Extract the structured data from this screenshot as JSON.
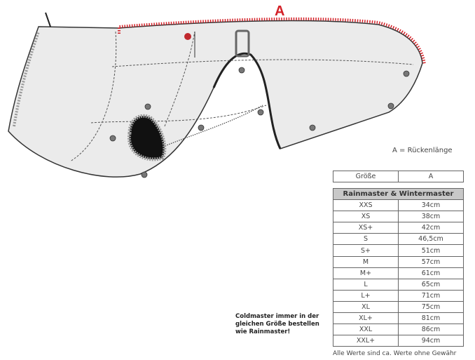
{
  "diagram": {
    "dimension_label": "A",
    "accent_color": "#d32027"
  },
  "legend": "A = Rückenlänge",
  "size_table": {
    "headers": [
      "Größe",
      "A"
    ],
    "title": "Rainmaster & Wintermaster",
    "rows": [
      [
        "XXS",
        "34cm"
      ],
      [
        "XS",
        "38cm"
      ],
      [
        "XS+",
        "42cm"
      ],
      [
        "S",
        "46,5cm"
      ],
      [
        "S+",
        "51cm"
      ],
      [
        "M",
        "57cm"
      ],
      [
        "M+",
        "61cm"
      ],
      [
        "L",
        "65cm"
      ],
      [
        "L+",
        "71cm"
      ],
      [
        "XL",
        "75cm"
      ],
      [
        "XL+",
        "81cm"
      ],
      [
        "XXL",
        "86cm"
      ],
      [
        "XXL+",
        "94cm"
      ]
    ]
  },
  "note": "Coldmaster immer in der gleichen Größe bestellen wie Rainmaster!",
  "footer": "Alle Werte sind ca. Werte ohne Gewähr"
}
